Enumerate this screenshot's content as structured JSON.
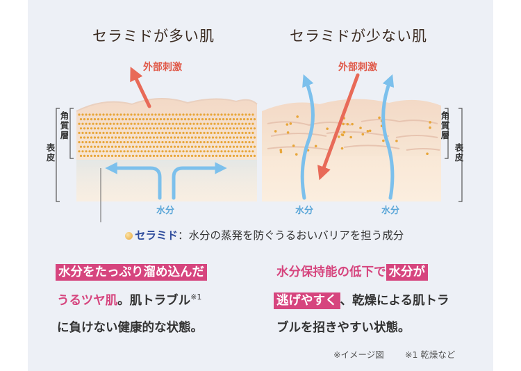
{
  "titles": {
    "left": "セラミドが多い肌",
    "right": "セラミドが少ない肌"
  },
  "labels": {
    "external_stimulus": "外部刺激",
    "moisture": "水分",
    "stratum_corneum": [
      "角",
      "質",
      "層"
    ],
    "epidermis": [
      "表",
      "皮"
    ]
  },
  "legend": {
    "term": "セラミド",
    "separator": "：",
    "definition": "水分の蒸発を防ぐうるおいバリアを担う成分"
  },
  "left_text": {
    "line1_highlight": "水分をたっぷり溜め込んだ",
    "line2_pink": "うるツヤ肌",
    "line2_rest": "。肌トラブル",
    "footnote_mark": "※1",
    "line3": "に負けない健康的な状態。"
  },
  "right_text": {
    "line1_pink": "水分保持能の低下で",
    "line1_highlight": "水分が",
    "line2_highlight": "逃げやすく",
    "line2_rest": "、乾燥による肌トラ",
    "line3": "ブルを招きやすい状態。"
  },
  "notes": {
    "image_note": "※イメージ図",
    "footnote": "※1 乾燥など"
  },
  "colors": {
    "highlight": "#d6457e",
    "stimulus": "#e05a4a",
    "water": "#7cc0ec",
    "ceramide": "#e8a63a",
    "skin": "#f6e2cf",
    "cell": "#ecc8b4"
  }
}
